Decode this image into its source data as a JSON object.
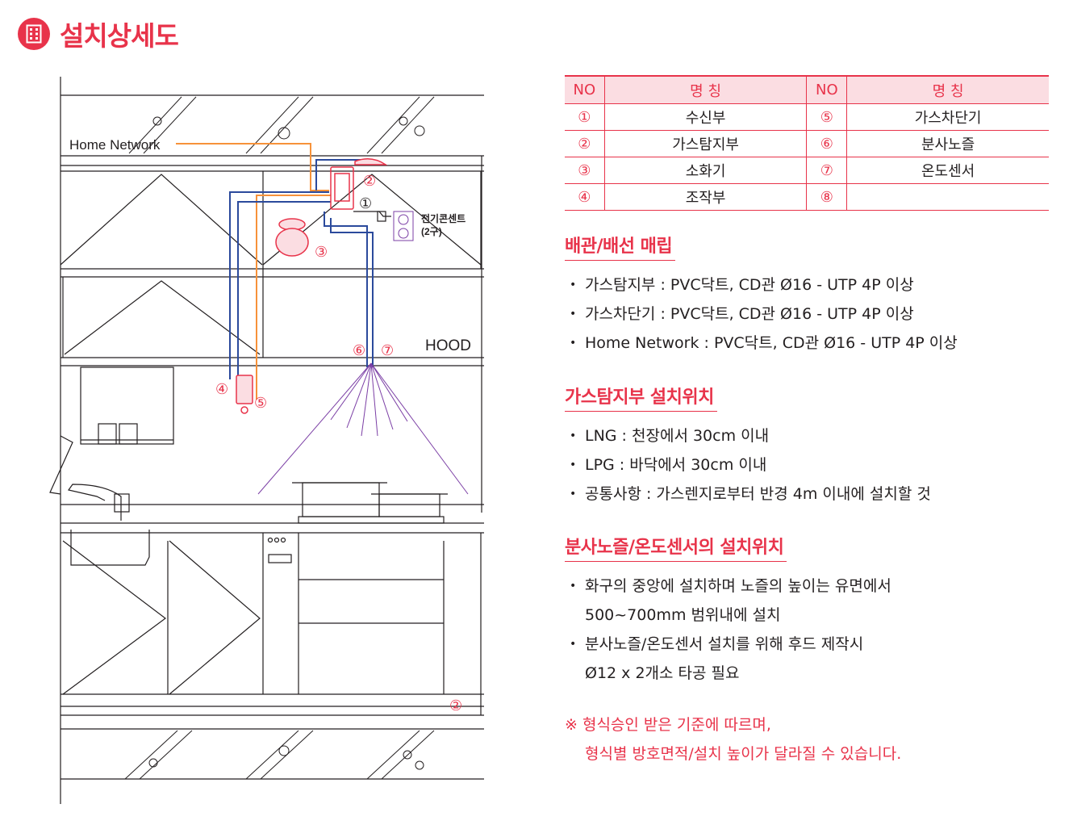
{
  "header": {
    "title": "설치상세도",
    "icon": "building-icon"
  },
  "diagram": {
    "home_network": "Home Network",
    "outlet_label_1": "전기콘센트",
    "outlet_label_2": "(2구)",
    "hood": "HOOD",
    "markers": [
      "①",
      "②",
      "③",
      "④",
      "⑤",
      "⑥",
      "⑦",
      "②"
    ]
  },
  "table": {
    "header": {
      "no": "NO",
      "name": "명      칭"
    },
    "rows": [
      {
        "no1": "①",
        "name1": "수신부",
        "no2": "⑤",
        "name2": "가스차단기"
      },
      {
        "no1": "②",
        "name1": "가스탐지부",
        "no2": "⑥",
        "name2": "분사노즐"
      },
      {
        "no1": "③",
        "name1": "소화기",
        "no2": "⑦",
        "name2": "온도센서"
      },
      {
        "no1": "④",
        "name1": "조작부",
        "no2": "⑧",
        "name2": ""
      }
    ]
  },
  "sections": [
    {
      "title": "배관/배선 매립",
      "items": [
        "가스탐지부 : PVC닥트, CD관 Ø16 - UTP 4P 이상",
        "가스차단기 : PVC닥트, CD관 Ø16 - UTP 4P 이상",
        "Home Network :  PVC닥트, CD관 Ø16 - UTP 4P 이상"
      ]
    },
    {
      "title": "가스탐지부 설치위치",
      "items": [
        "LNG : 천장에서 30cm 이내",
        "LPG : 바닥에서 30cm 이내",
        "공통사항 : 가스렌지로부터 반경 4m 이내에 설치할 것"
      ]
    },
    {
      "title": "분사노즐/온도센서의 설치위치",
      "items": [
        "화구의 중앙에 설치하며 노즐의 높이는 유면에서",
        "분사노즐/온도센서 설치를 위해 후드 제작시"
      ],
      "continuations": [
        "500~700mm 범위내에 설치",
        "Ø12 x 2개소 타공 필요"
      ]
    }
  ],
  "note": {
    "line1": "※ 형식승인 받은 기준에 따르며,",
    "line2": "형식별 방호면적/설치 높이가 달라질 수 있습니다."
  },
  "colors": {
    "accent": "#e8334a",
    "wire_orange": "#f7923a",
    "wire_blue": "#2b4a9c",
    "spray": "#7b3fa5",
    "table_header_bg": "#fbdde2"
  }
}
